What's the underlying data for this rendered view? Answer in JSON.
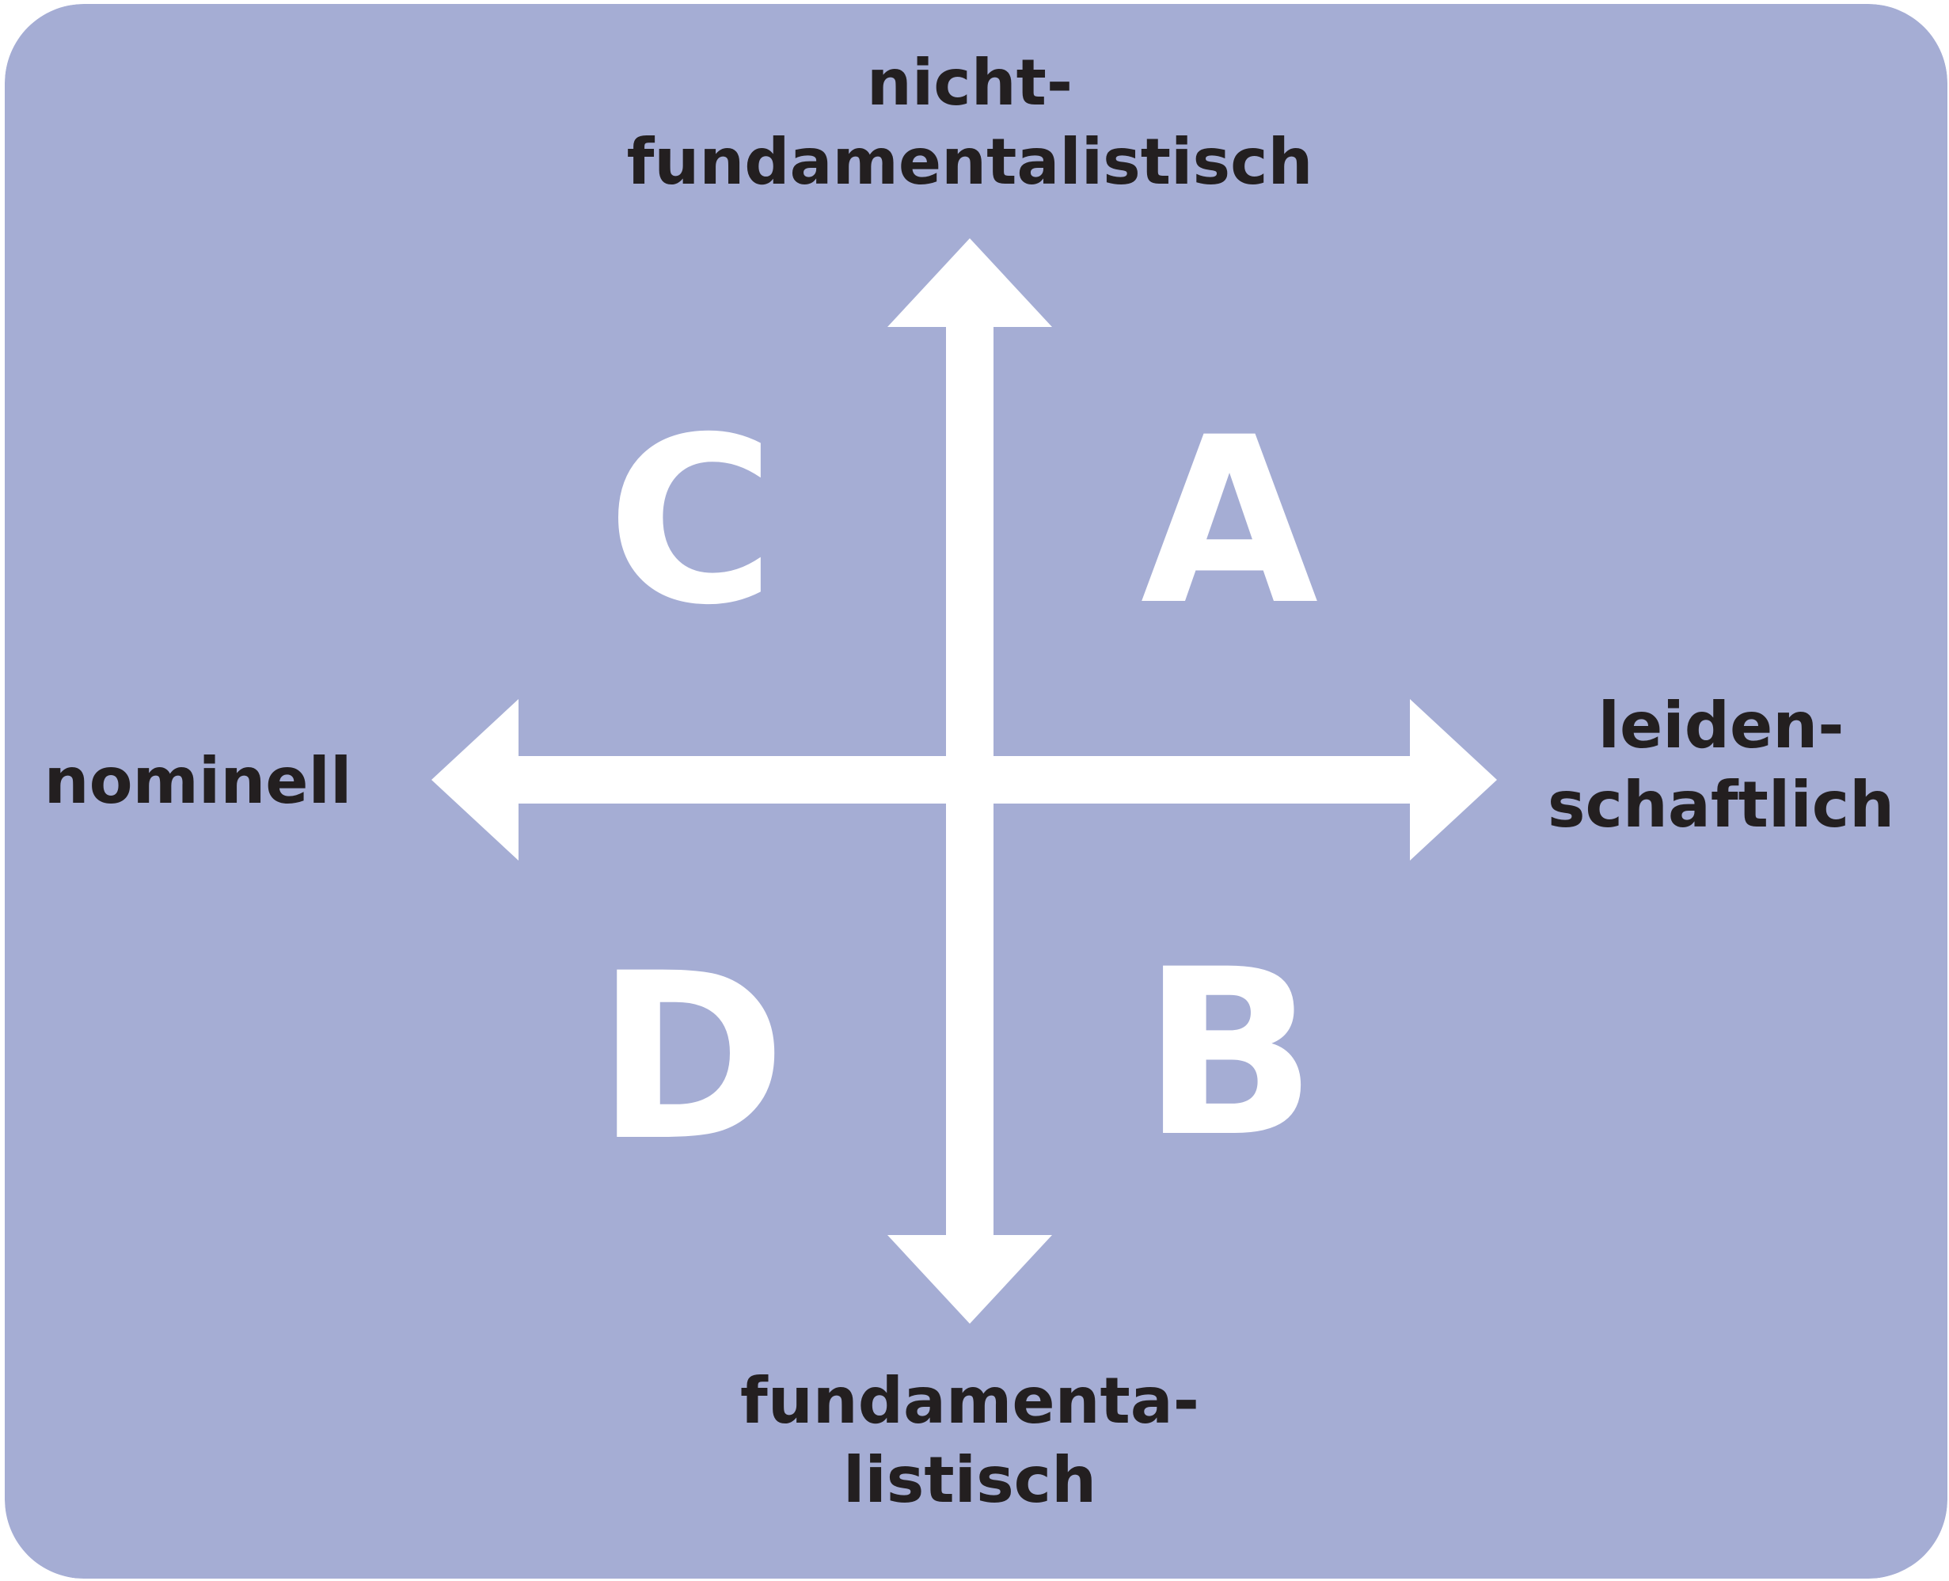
{
  "colors": {
    "panel": "#a5add4",
    "arrows": "#ffffff",
    "text": "#231f20",
    "quadrant_text": "#ffffff"
  },
  "axes": {
    "top": {
      "line1": "nicht-",
      "line2": "fundamentalistisch"
    },
    "bottom": {
      "line1": "fundamenta-",
      "line2": "listisch"
    },
    "left": {
      "line1": "nominell"
    },
    "right": {
      "line1": "leiden-",
      "line2": "schaftlich"
    }
  },
  "quadrants": {
    "top_left": "C",
    "top_right": "A",
    "bottom_left": "D",
    "bottom_right": "B"
  }
}
